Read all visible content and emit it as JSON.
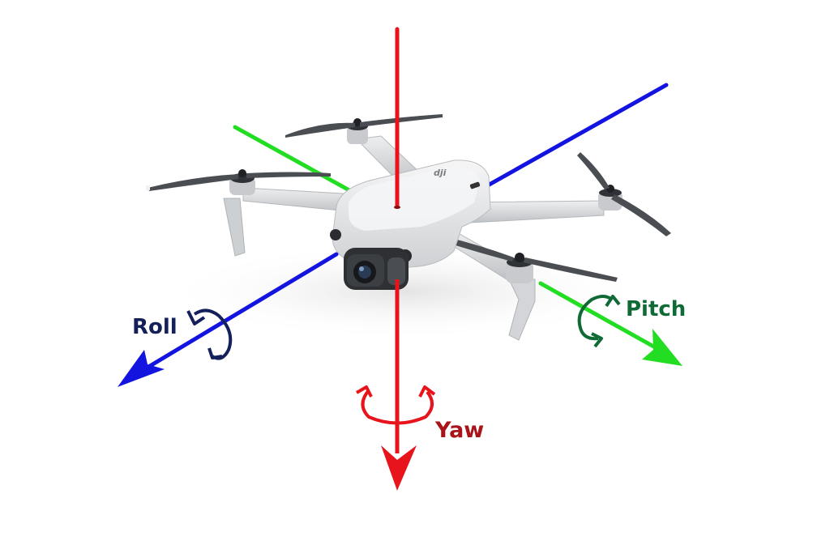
{
  "diagram": {
    "subject": "Quadcopter drone (DJI) with rotational axes",
    "colors": {
      "yaw": "#e8141c",
      "yaw_label": "#a8141a",
      "roll": "#1414e0",
      "roll_label": "#14205a",
      "pitch": "#22dd22",
      "pitch_label": "#0f6a35",
      "drone_body": "#e6e7e9",
      "propeller": "#4a4d52"
    },
    "axes": [
      {
        "name": "yaw",
        "label": "Yaw",
        "direction": "vertical"
      },
      {
        "name": "roll",
        "label": "Roll",
        "direction": "longitudinal"
      },
      {
        "name": "pitch",
        "label": "Pitch",
        "direction": "lateral"
      }
    ],
    "logo_text": "dji"
  }
}
